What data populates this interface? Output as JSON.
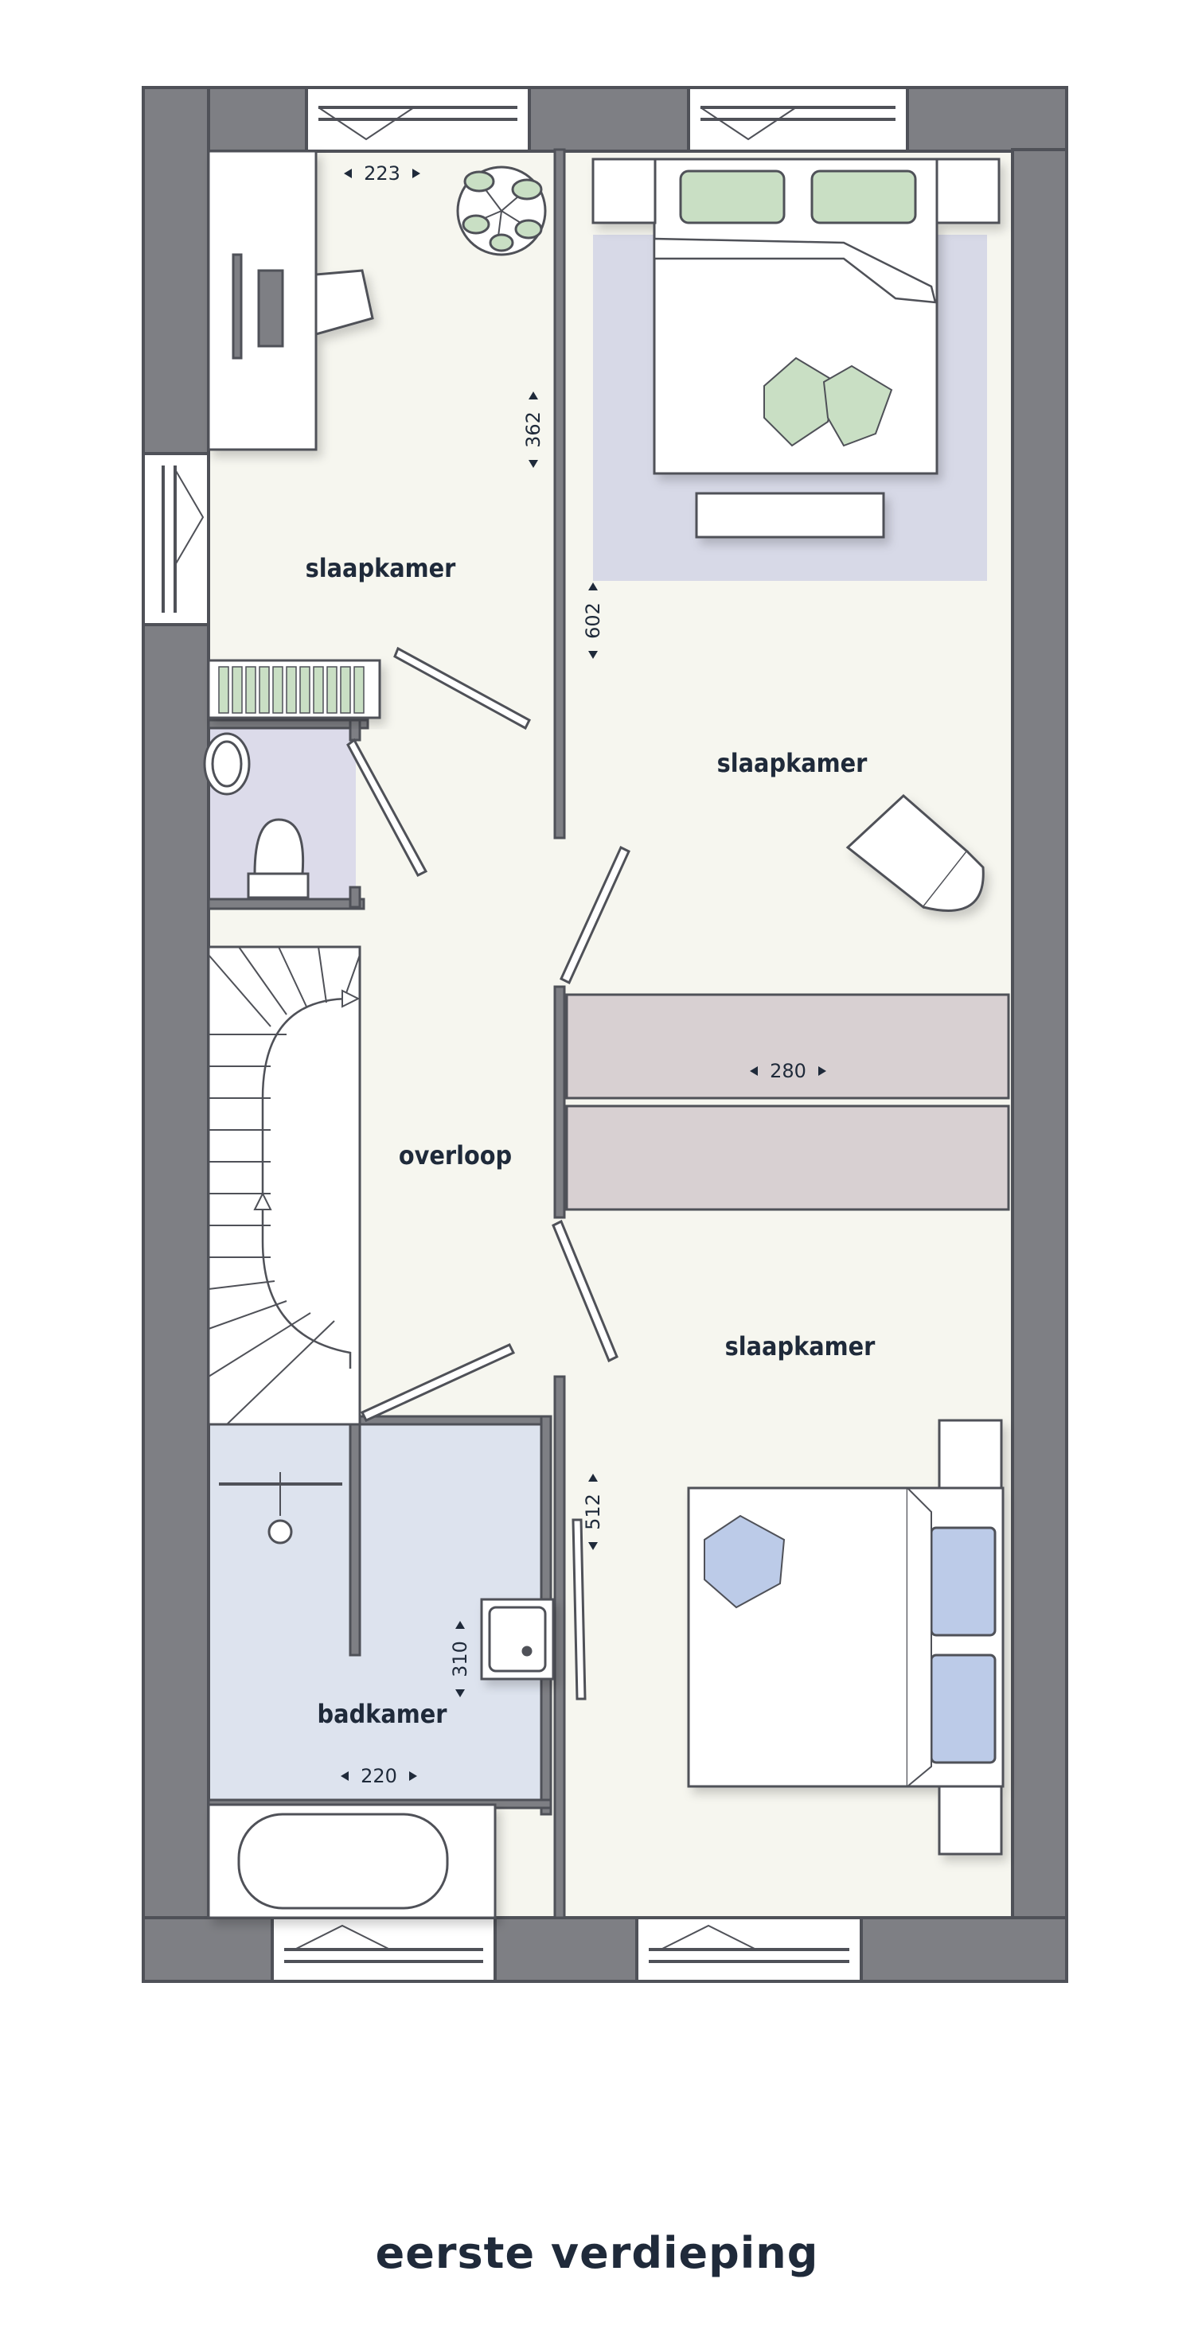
{
  "caption": "eerste verdieping",
  "rooms": {
    "slaapkamer_1": "slaapkamer",
    "slaapkamer_2": "slaapkamer",
    "slaapkamer_3": "slaapkamer",
    "overloop": "overloop",
    "badkamer": "badkamer"
  },
  "dimensions": {
    "d223": "223",
    "d362": "362",
    "d602": "602",
    "d280": "280",
    "d512": "512",
    "d310": "310",
    "d220": "220"
  },
  "colors": {
    "wall": "#7e7f84",
    "wall_stroke": "#4f5158",
    "floor": "#f6f6ef",
    "toilet_floor": "#dcdbea",
    "bathroom_floor": "#dde3ee",
    "rug": "#d4d6e6",
    "wardrobe": "#d8d0d2",
    "pillow_green": "#c9dfc4",
    "pillow_blue": "#bccbe8",
    "text": "#1f2a3a"
  }
}
